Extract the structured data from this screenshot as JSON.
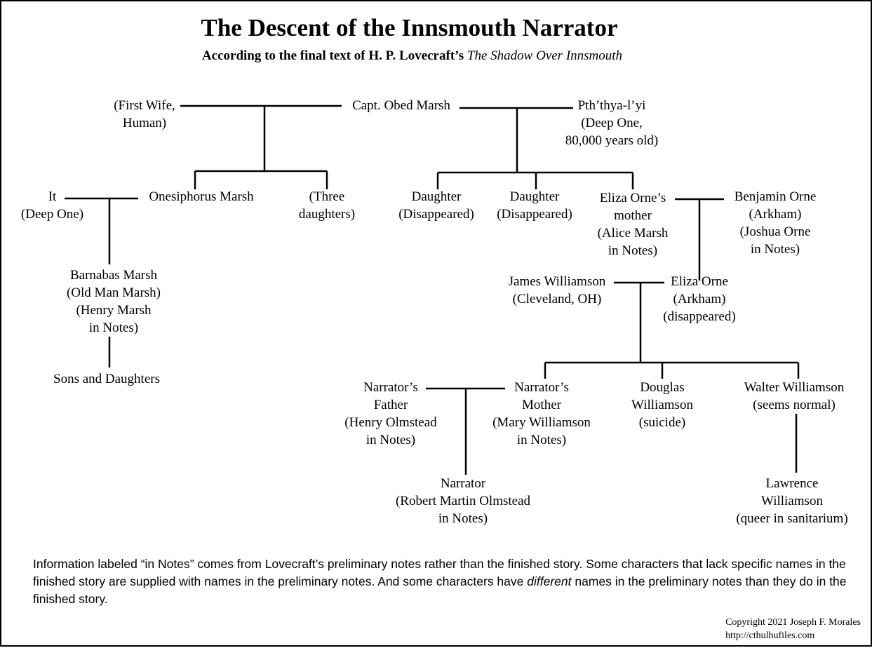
{
  "title": "The Descent of the Innsmouth Narrator",
  "subtitle": {
    "prefix": "According to the final text of H. P. Lovecraft’s",
    "work": "The Shadow Over Innsmouth"
  },
  "nodes": {
    "first_wife": [
      "(First Wife,",
      "Human)"
    ],
    "obed": [
      "Capt. Obed Marsh"
    ],
    "pth": [
      "Pth’thya-l’yi",
      "(Deep One,",
      "80,000 years old)"
    ],
    "it": [
      "It",
      "(Deep One)"
    ],
    "onesiphorus": [
      "Onesiphorus Marsh"
    ],
    "three_daughters": [
      "(Three",
      "daughters)"
    ],
    "daughter1": [
      "Daughter",
      "(Disappeared)"
    ],
    "daughter2": [
      "Daughter",
      "(Disappeared)"
    ],
    "eliza_mother": [
      "Eliza Orne’s",
      "mother",
      "(Alice Marsh",
      "in Notes)"
    ],
    "benjamin": [
      "Benjamin Orne",
      "(Arkham)",
      "(Joshua Orne",
      "in Notes)"
    ],
    "barnabas": [
      "Barnabas Marsh",
      "(Old Man Marsh)",
      "(Henry Marsh",
      "in Notes)"
    ],
    "sons_daughters": [
      "Sons and Daughters"
    ],
    "james": [
      "James Williamson",
      "(Cleveland, OH)"
    ],
    "eliza": [
      "Eliza Orne",
      "(Arkham)",
      "(disappeared)"
    ],
    "narr_father": [
      "Narrator’s",
      "Father",
      "(Henry Olmstead",
      "in Notes)"
    ],
    "narr_mother": [
      "Narrator’s",
      "Mother",
      "(Mary Williamson",
      "in Notes)"
    ],
    "douglas": [
      "Douglas",
      "Williamson",
      "(suicide)"
    ],
    "walter": [
      "Walter Williamson",
      "(seems normal)"
    ],
    "narrator": [
      "Narrator",
      "(Robert Martin Olmstead",
      "in Notes)"
    ],
    "lawrence": [
      "Lawrence",
      "Williamson",
      "(queer in sanitarium)"
    ]
  },
  "footnote": {
    "part1": "Information labeled “in Notes” comes from Lovecraft’s preliminary notes rather than the finished story. Some characters that lack specific names in the finished story are supplied with names in the preliminary notes. And some characters have ",
    "emphasis": "different",
    "part2": " names in the preliminary notes than they do in the finished story."
  },
  "copyright": [
    "Copyright 2021 Joseph F. Morales",
    "http://cthulhufiles.com"
  ]
}
